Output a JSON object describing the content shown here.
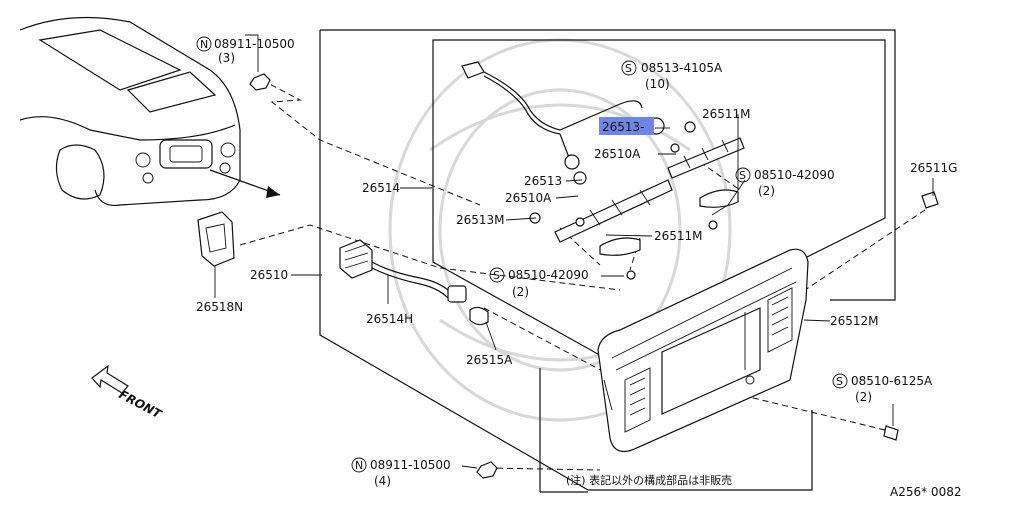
{
  "labels": {
    "nut_top_code": "08911-10500",
    "nut_top_qty": "(3)",
    "nut_bottom_code": "08911-10500",
    "nut_bottom_qty": "(4)",
    "screw_a_code": "08513-4105A",
    "screw_a_qty": "(10)",
    "screw_b_code": "08510-42090",
    "screw_b_qty": "(2)",
    "screw_c_code": "08510-42090",
    "screw_c_qty": "(2)",
    "screw_d_code": "08510-6125A",
    "screw_d_qty": "(2)",
    "p26513_hl": "26513-",
    "p26510A_1": "26510A",
    "p26511M_1": "26511M",
    "p26513": "26513",
    "p26510A_2": "26510A",
    "p26513M": "26513M",
    "p26511M_2": "26511M",
    "p26514": "26514",
    "p26510": "26510",
    "p26514H": "26514H",
    "p26515A": "26515A",
    "p26518N": "26518N",
    "p26511G": "26511G",
    "p26512M": "26512M",
    "front": "FRONT",
    "note": "(注) 表記以外の構成部品は非販売",
    "figure_code": "A256* 0082"
  },
  "badges": {
    "n": "N",
    "s": "S"
  },
  "colors": {
    "highlight": "#6f86e8",
    "line": "#111111"
  }
}
